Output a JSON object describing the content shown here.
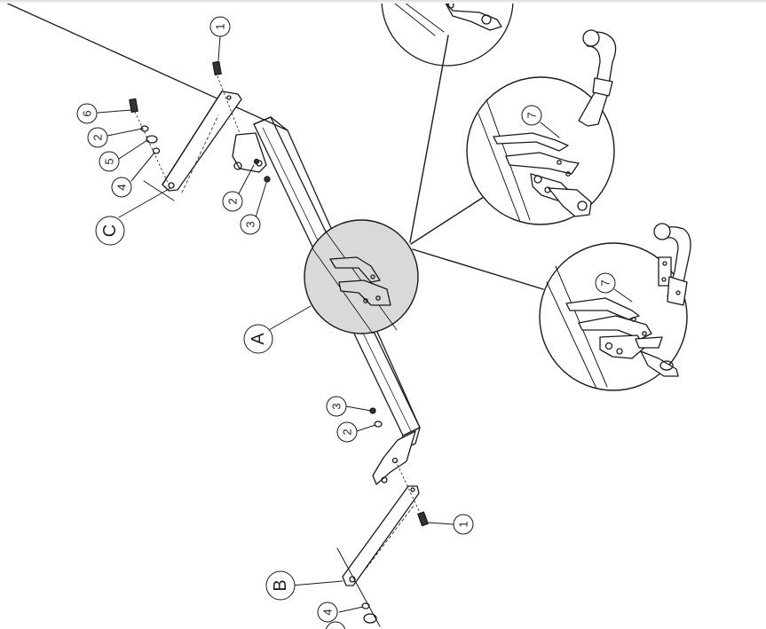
{
  "diagram": {
    "assembly_labels": {
      "A": "A",
      "B": "B",
      "C": "C"
    },
    "callouts": {
      "c1_top": "1",
      "c6": "6",
      "c2_left": "2",
      "c5": "5",
      "c4_left": "4",
      "c2_mid": "2",
      "c3_mid": "3",
      "c3_low": "3",
      "c2_low": "2",
      "c1_low": "1",
      "c4_low": "4",
      "c7_upper_detail": "7",
      "c7_lower_detail": "7"
    },
    "colors": {
      "line": "#1a1a1a",
      "highlight_fill": "#d9d9d9",
      "background": "#ffffff"
    }
  }
}
